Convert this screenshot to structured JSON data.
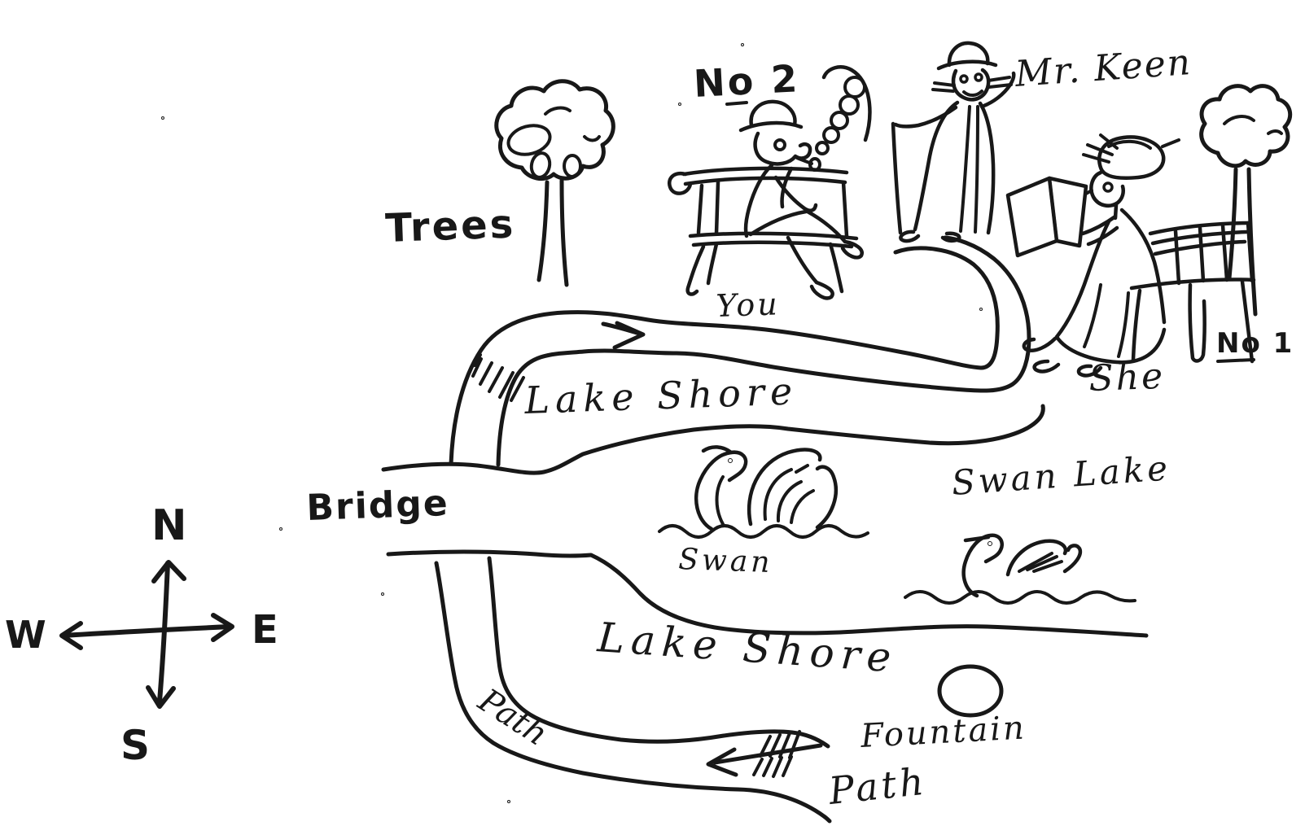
{
  "scene": {
    "description": "Hand-drawn ink sketch map of a park at Swan Lake with benches, people, paths, a bridge and a fountain",
    "ink_color": "#181818",
    "paper_color": "#ffffff"
  },
  "compass": {
    "north": "N",
    "south": "S",
    "east": "E",
    "west": "W"
  },
  "labels": {
    "trees": "Trees",
    "bench_no2": "No 2",
    "you": "You",
    "mr_keen": "Mr. Keen",
    "she": "She",
    "bench_no1": "No 1",
    "bridge": "Bridge",
    "lake_shore_upper": "Lake Shore",
    "swan": "Swan",
    "swan_lake": "Swan Lake",
    "lake_shore_lower": "Lake Shore",
    "fountain": "Fountain",
    "path_upper": "Path",
    "path_lower": "Path"
  }
}
